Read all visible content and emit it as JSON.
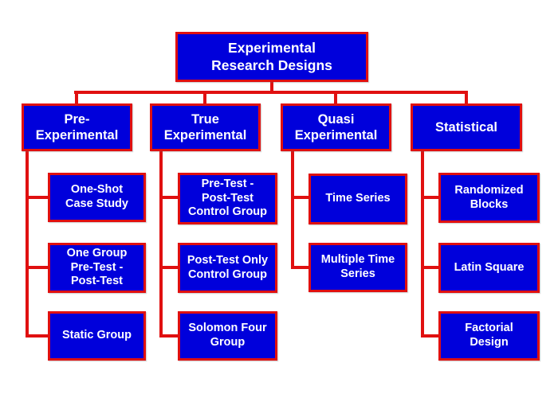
{
  "diagram": {
    "title": "Experimental Research Designs",
    "root": {
      "label": "Experimental\nResearch Designs"
    },
    "branches": [
      {
        "label": "Pre-\nExperimental",
        "children": [
          "One-Shot\nCase Study",
          "One Group\nPre-Test -\nPost-Test",
          "Static Group"
        ]
      },
      {
        "label": "True\nExperimental",
        "children": [
          "Pre-Test -\nPost-Test\nControl Group",
          "Post-Test Only\nControl Group",
          "Solomon Four\nGroup"
        ]
      },
      {
        "label": "Quasi\nExperimental",
        "children": [
          "Time Series",
          "Multiple Time\nSeries"
        ]
      },
      {
        "label": "Statistical",
        "children": [
          "Randomized\nBlocks",
          "Latin Square",
          "Factorial\nDesign"
        ]
      }
    ]
  },
  "colors": {
    "box_fill": "#0000db",
    "box_border": "#e01010",
    "box_text": "#ffffff",
    "connector": "#e01010",
    "background": "#ffffff"
  }
}
